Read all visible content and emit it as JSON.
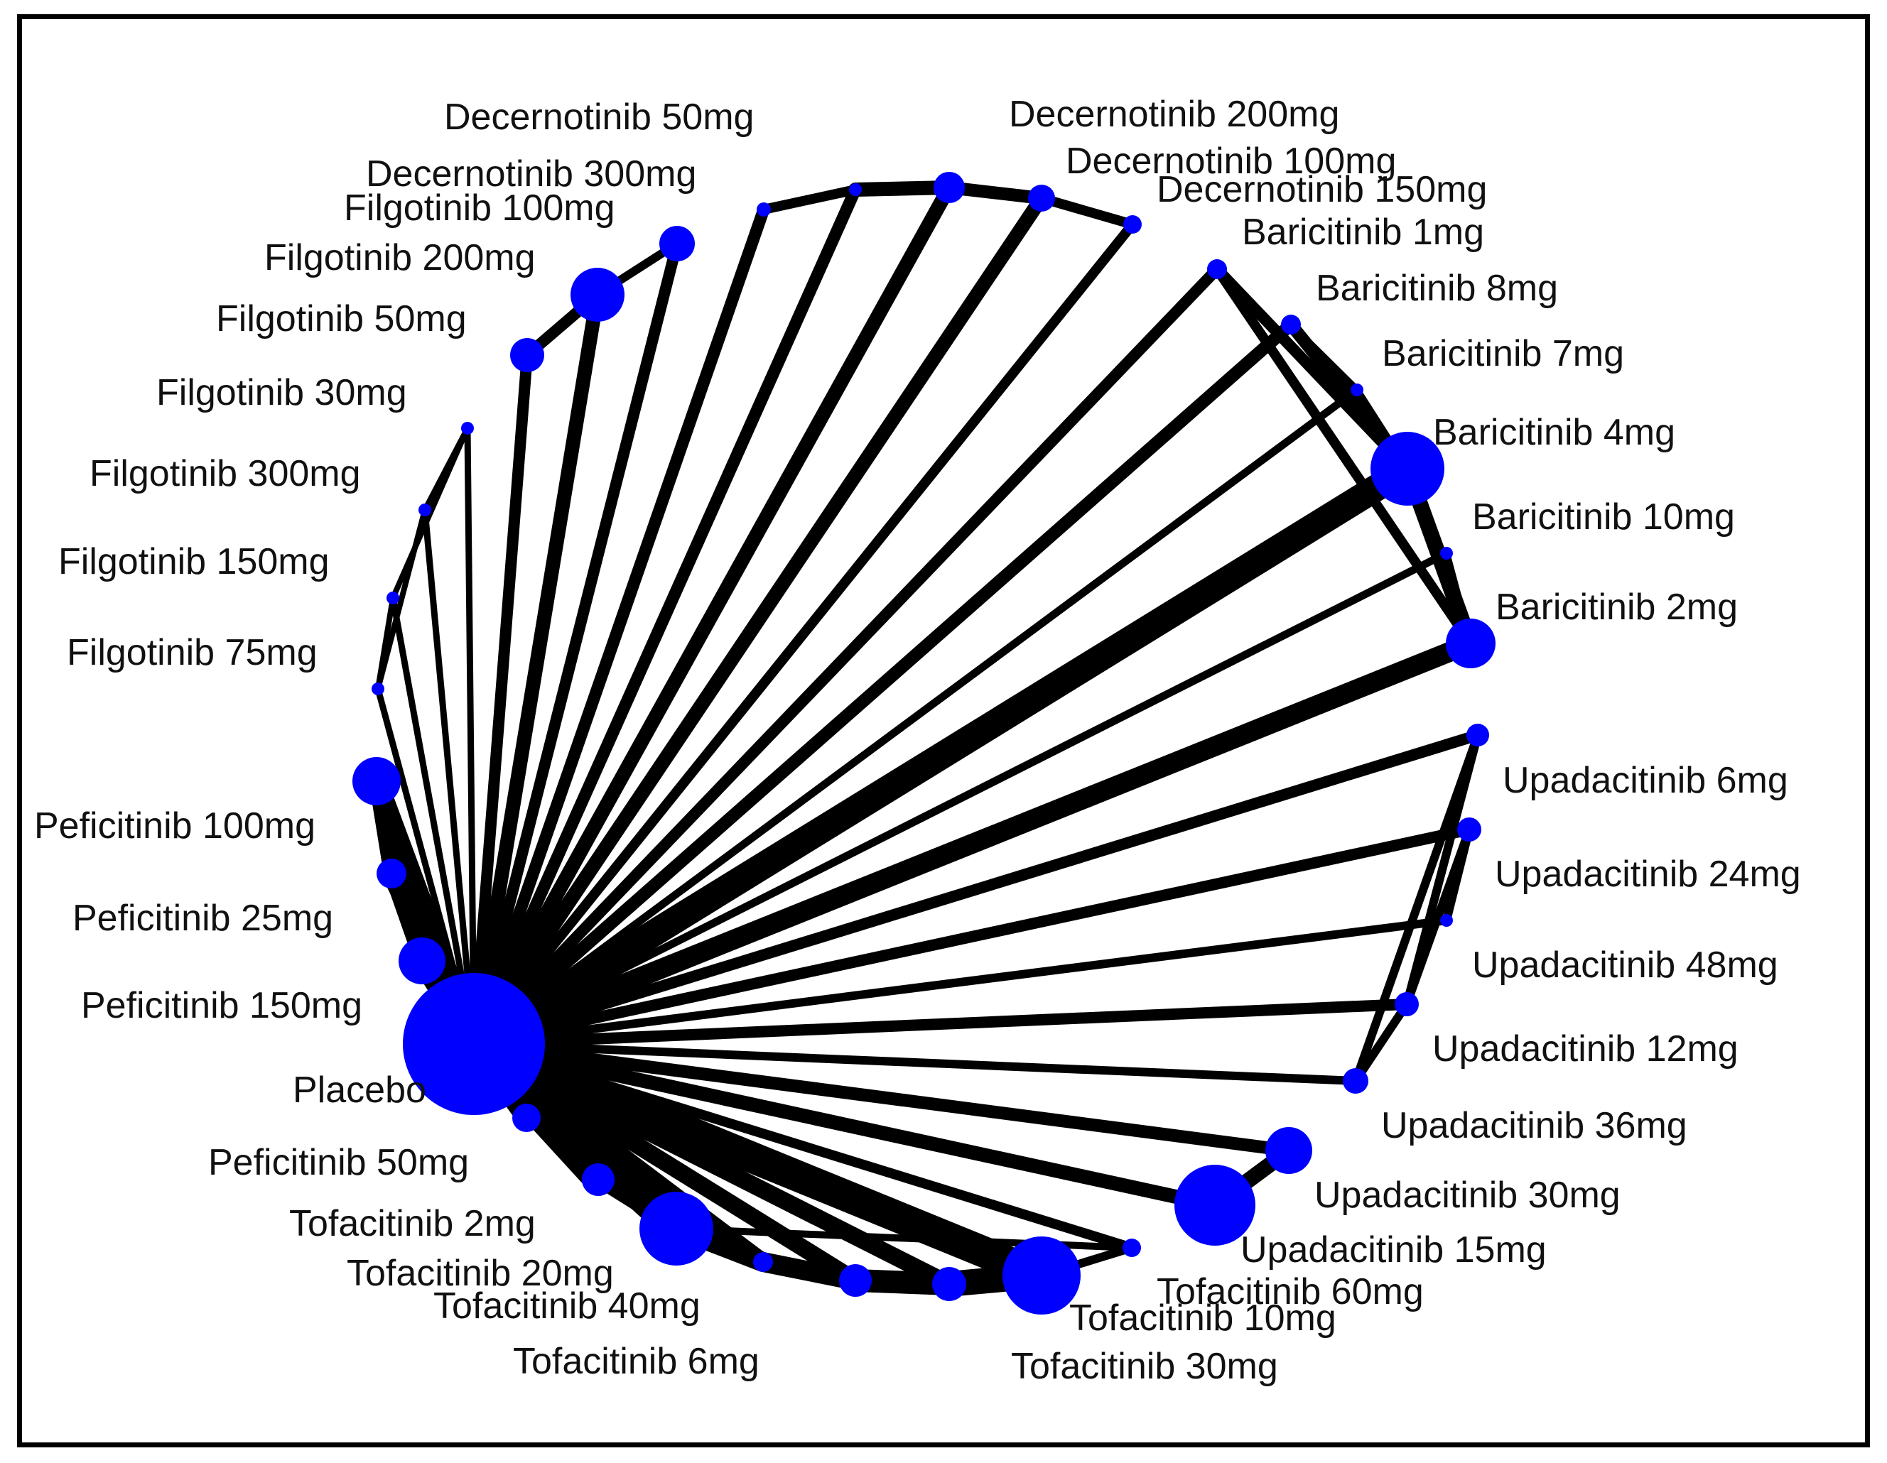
{
  "network": {
    "node_color": "#0000ff",
    "edge_color": "#000000",
    "hub": "Placebo",
    "nodes": [
      {
        "label": "Placebo",
        "name": "node-placebo"
      },
      {
        "label": "Decernotinib 50mg",
        "name": "node-decernotinib-50mg"
      },
      {
        "label": "Decernotinib 300mg",
        "name": "node-decernotinib-300mg"
      },
      {
        "label": "Decernotinib 200mg",
        "name": "node-decernotinib-200mg"
      },
      {
        "label": "Decernotinib 100mg",
        "name": "node-decernotinib-100mg"
      },
      {
        "label": "Decernotinib 150mg",
        "name": "node-decernotinib-150mg"
      },
      {
        "label": "Filgotinib 100mg",
        "name": "node-filgotinib-100mg"
      },
      {
        "label": "Filgotinib 200mg",
        "name": "node-filgotinib-200mg"
      },
      {
        "label": "Filgotinib 50mg",
        "name": "node-filgotinib-50mg"
      },
      {
        "label": "Filgotinib 30mg",
        "name": "node-filgotinib-30mg"
      },
      {
        "label": "Filgotinib 300mg",
        "name": "node-filgotinib-300mg"
      },
      {
        "label": "Filgotinib 150mg",
        "name": "node-filgotinib-150mg"
      },
      {
        "label": "Filgotinib 75mg",
        "name": "node-filgotinib-75mg"
      },
      {
        "label": "Baricitinib 1mg",
        "name": "node-baricitinib-1mg"
      },
      {
        "label": "Baricitinib 8mg",
        "name": "node-baricitinib-8mg"
      },
      {
        "label": "Baricitinib 7mg",
        "name": "node-baricitinib-7mg"
      },
      {
        "label": "Baricitinib 4mg",
        "name": "node-baricitinib-4mg"
      },
      {
        "label": "Baricitinib 10mg",
        "name": "node-baricitinib-10mg"
      },
      {
        "label": "Baricitinib 2mg",
        "name": "node-baricitinib-2mg"
      },
      {
        "label": "Upadacitinib 6mg",
        "name": "node-upadacitinib-6mg"
      },
      {
        "label": "Upadacitinib 24mg",
        "name": "node-upadacitinib-24mg"
      },
      {
        "label": "Upadacitinib 48mg",
        "name": "node-upadacitinib-48mg"
      },
      {
        "label": "Upadacitinib 12mg",
        "name": "node-upadacitinib-12mg"
      },
      {
        "label": "Upadacitinib 36mg",
        "name": "node-upadacitinib-36mg"
      },
      {
        "label": "Upadacitinib 30mg",
        "name": "node-upadacitinib-30mg"
      },
      {
        "label": "Upadacitinib 15mg",
        "name": "node-upadacitinib-15mg"
      },
      {
        "label": "Peficitinib 100mg",
        "name": "node-peficitinib-100mg"
      },
      {
        "label": "Peficitinib 25mg",
        "name": "node-peficitinib-25mg"
      },
      {
        "label": "Peficitinib 150mg",
        "name": "node-peficitinib-150mg"
      },
      {
        "label": "Peficitinib 50mg",
        "name": "node-peficitinib-50mg"
      },
      {
        "label": "Tofacitinib 2mg",
        "name": "node-tofacitinib-2mg"
      },
      {
        "label": "Tofacitinib 20mg",
        "name": "node-tofacitinib-20mg"
      },
      {
        "label": "Tofacitinib 40mg",
        "name": "node-tofacitinib-40mg"
      },
      {
        "label": "Tofacitinib 6mg",
        "name": "node-tofacitinib-6mg"
      },
      {
        "label": "Tofacitinib 60mg",
        "name": "node-tofacitinib-60mg"
      },
      {
        "label": "Tofacitinib 10mg",
        "name": "node-tofacitinib-10mg"
      },
      {
        "label": "Tofacitinib 30mg",
        "name": "node-tofacitinib-30mg"
      }
    ]
  }
}
